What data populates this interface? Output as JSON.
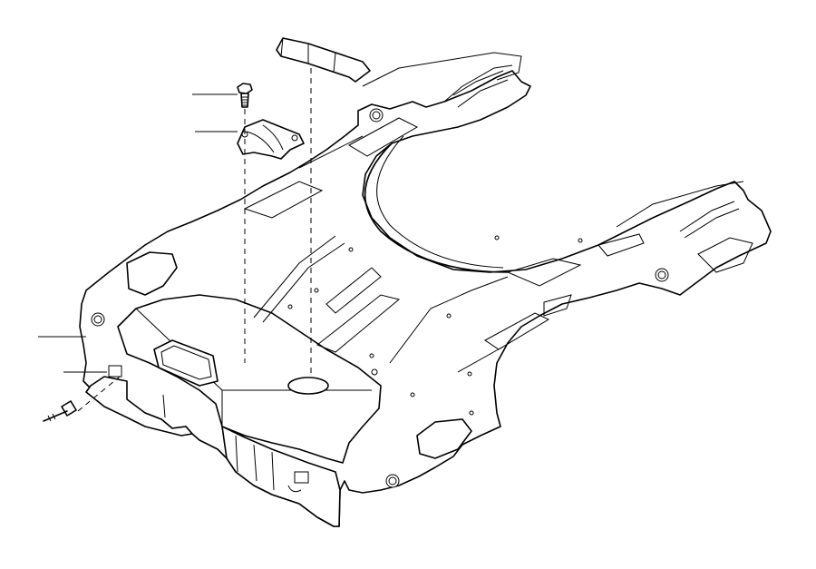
{
  "diagram": {
    "type": "exploded-parts-illustration",
    "subject": "floor-panel-assembly",
    "callouts": [
      {
        "id": "bolt"
      },
      {
        "id": "bracket"
      },
      {
        "id": "floor-panel"
      },
      {
        "id": "clip"
      },
      {
        "id": "top-bracket"
      }
    ],
    "colors": {
      "line": "#000000",
      "background": "#ffffff"
    }
  }
}
